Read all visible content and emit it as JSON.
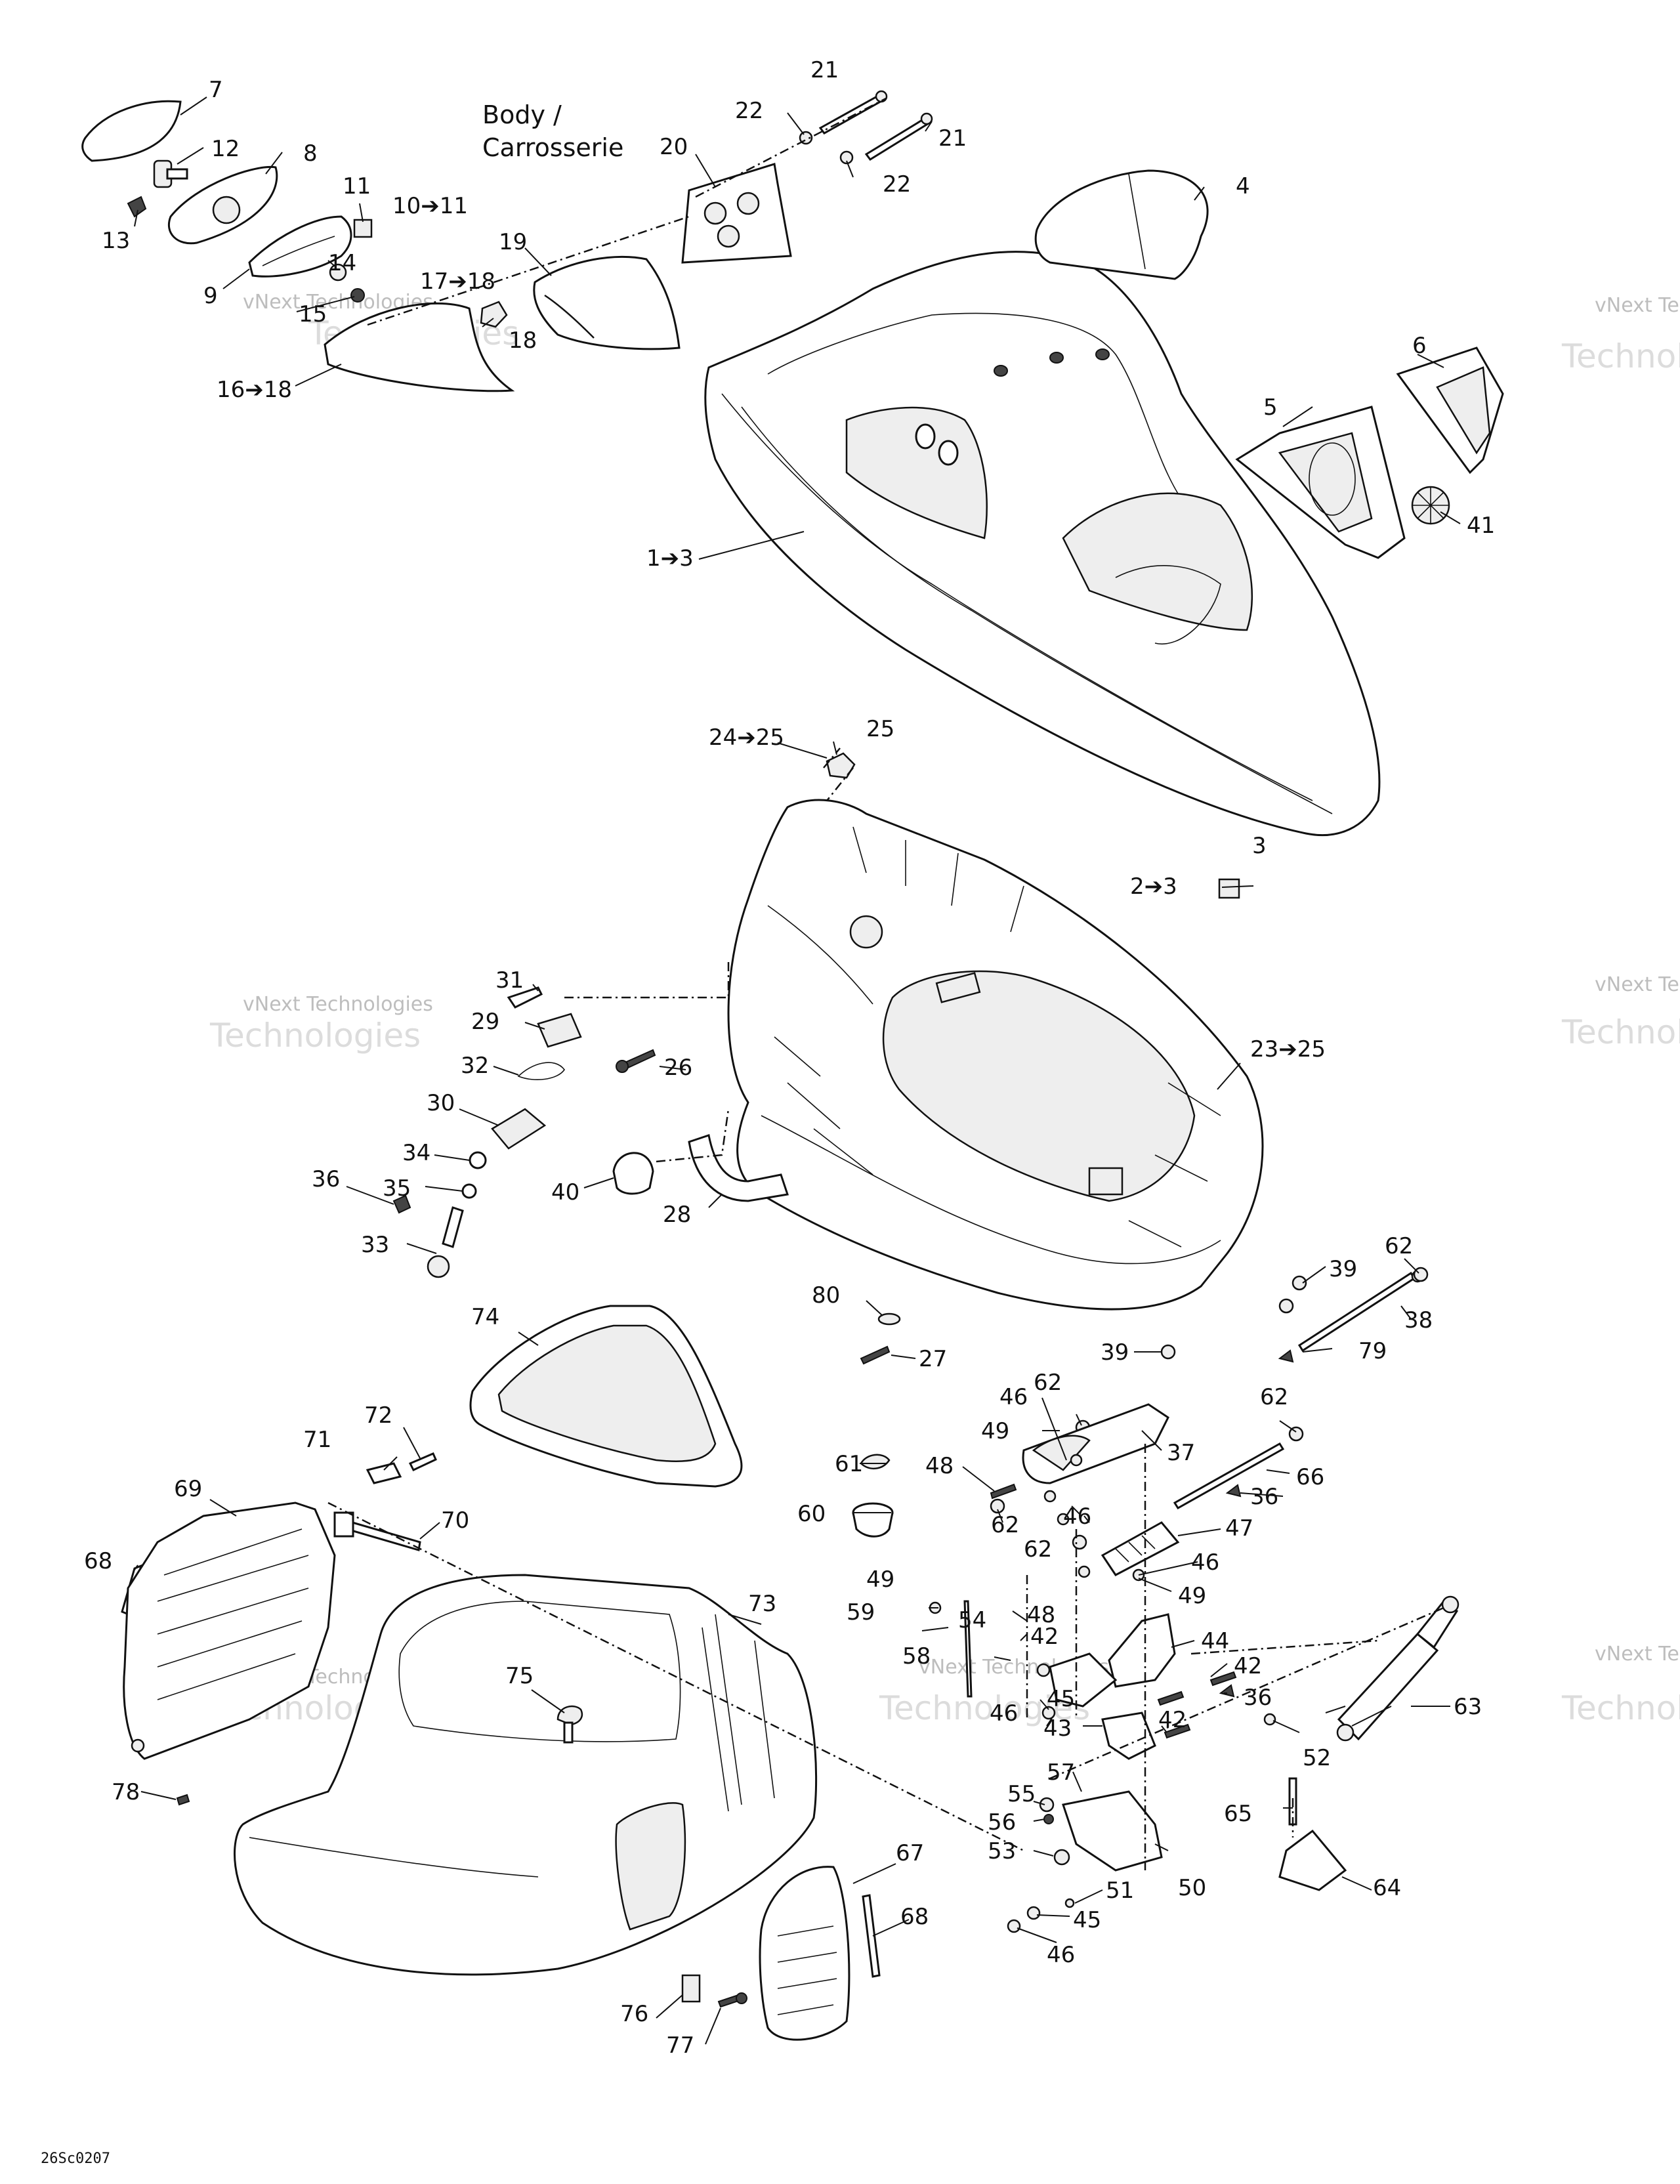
{
  "title_lines": [
    "Body /",
    "Carrosserie"
  ],
  "footer_code": "26Sc0207",
  "watermark": {
    "line1": "vNext Technologies",
    "line2": "Technologies"
  },
  "callouts": {
    "c1": "1➔3",
    "c2": "2➔3",
    "c3": "3",
    "c4": "4",
    "c5": "5",
    "c6": "6",
    "c7": "7",
    "c8": "8",
    "c9": "9",
    "c10": "10➔11",
    "c11": "11",
    "c12": "12",
    "c13": "13",
    "c14": "14",
    "c15": "15",
    "c16": "16➔18",
    "c17": "17➔18",
    "c18": "18",
    "c19": "19",
    "c20": "20",
    "c21a": "21",
    "c21b": "21",
    "c22a": "22",
    "c22b": "22",
    "c23": "23➔25",
    "c24": "24➔25",
    "c25": "25",
    "c26": "26",
    "c27": "27",
    "c28": "28",
    "c29": "29",
    "c30": "30",
    "c31": "31",
    "c32": "32",
    "c33": "33",
    "c34": "34",
    "c35": "35",
    "c36a": "36",
    "c36b": "36",
    "c36c": "36",
    "c37": "37",
    "c38": "38",
    "c39a": "39",
    "c39b": "39",
    "c40": "40",
    "c41": "41",
    "c42a": "42",
    "c42b": "42",
    "c42c": "42",
    "c43": "43",
    "c44": "44",
    "c45a": "45",
    "c45b": "45",
    "c46a": "46",
    "c46b": "46",
    "c46c": "46",
    "c46d": "46",
    "c46e": "46",
    "c47": "47",
    "c48a": "48",
    "c48b": "48",
    "c49a": "49",
    "c49b": "49",
    "c49c": "49",
    "c50": "50",
    "c51": "51",
    "c52": "52",
    "c53": "53",
    "c54": "54",
    "c55": "55",
    "c56": "56",
    "c57": "57",
    "c58": "58",
    "c59": "59",
    "c60": "60",
    "c61": "61",
    "c62a": "62",
    "c62b": "62",
    "c62c": "62",
    "c62d": "62",
    "c62e": "62",
    "c63": "63",
    "c64": "64",
    "c65": "65",
    "c66": "66",
    "c67": "67",
    "c68a": "68",
    "c68b": "68",
    "c69": "69",
    "c70": "70",
    "c71": "71",
    "c72": "72",
    "c73": "73",
    "c74": "74",
    "c75": "75",
    "c76": "76",
    "c77": "77",
    "c78": "78",
    "c79": "79",
    "c80": "80"
  }
}
